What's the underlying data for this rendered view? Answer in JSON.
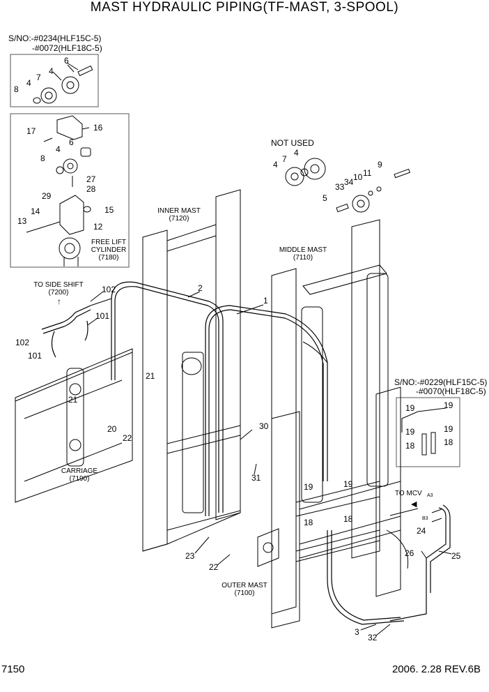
{
  "title": "MAST HYDRAULIC PIPING(TF-MAST, 3-SPOOL)",
  "page_number": "7150",
  "date_rev": "2006. 2.28  REV.6B",
  "serial_top_1": "S/NO:-#0234(HLF15C-5)",
  "serial_top_2": "-#0072(HLF18C-5)",
  "serial_right_1": "S/NO:-#0229(HLF15C-5)",
  "serial_right_2": "-#0070(HLF18C-5)",
  "not_used": "NOT USED",
  "labels": {
    "inner_mast": "INNER MAST",
    "inner_mast_no": "(7120)",
    "middle_mast": "MIDDLE MAST",
    "middle_mast_no": "(7110)",
    "outer_mast": "OUTER MAST",
    "outer_mast_no": "(7100)",
    "carriage": "CARRIAGE",
    "carriage_no": "(7190)",
    "free_lift_1": "FREE LIFT",
    "free_lift_2": "CYLINDER",
    "free_lift_no": "(7180)",
    "to_side_shift": "TO SIDE SHIFT",
    "to_side_shift_no": "(7200)",
    "to_mcv": "TO MCV",
    "a3": "A3",
    "b3": "B3"
  },
  "callouts": {
    "box1_6": "6",
    "box1_4a": "4",
    "box1_7": "7",
    "box1_4b": "4",
    "box1_8": "8",
    "box2_17": "17",
    "box2_16": "16",
    "box2_6": "6",
    "box2_4": "4",
    "box2_8": "8",
    "box2_27": "27",
    "box2_28": "28",
    "box2_29": "29",
    "box2_14": "14",
    "box2_15": "15",
    "box2_13": "13",
    "box2_12": "12",
    "nu_4a": "4",
    "nu_7": "7",
    "nu_4b": "4",
    "r_9": "9",
    "r_11": "11",
    "r_10": "10",
    "r_34": "34",
    "r_33": "33",
    "r_5": "5",
    "m_2": "2",
    "m_1": "1",
    "m_102a": "102",
    "m_101a": "101",
    "m_102b": "102",
    "m_101b": "101",
    "m_21a": "21",
    "m_21b": "21",
    "m_20": "20",
    "m_22a": "22",
    "m_30": "30",
    "m_31": "31",
    "m_19a": "19",
    "m_19b": "19",
    "m_18a": "18",
    "m_18b": "18",
    "m_23": "23",
    "m_22b": "22",
    "m_24": "24",
    "m_26": "26",
    "m_25": "25",
    "m_3": "3",
    "m_32": "32",
    "rb_19a": "19",
    "rb_19b": "19",
    "rb_19c": "19",
    "rb_19d": "19",
    "rb_18a": "18",
    "rb_18b": "18"
  }
}
